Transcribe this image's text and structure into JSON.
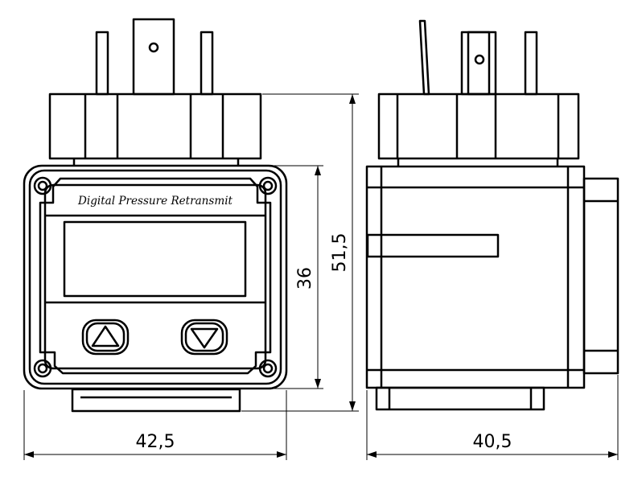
{
  "front_view": {
    "label": "Digital Pressure Retransmit",
    "buttons": [
      {
        "icon": "triangle-up-icon"
      },
      {
        "icon": "triangle-down-icon"
      }
    ]
  },
  "dimensions": {
    "width_front": "42,5",
    "height_body": "36",
    "height_total": "51,5",
    "width_side": "40,5"
  }
}
